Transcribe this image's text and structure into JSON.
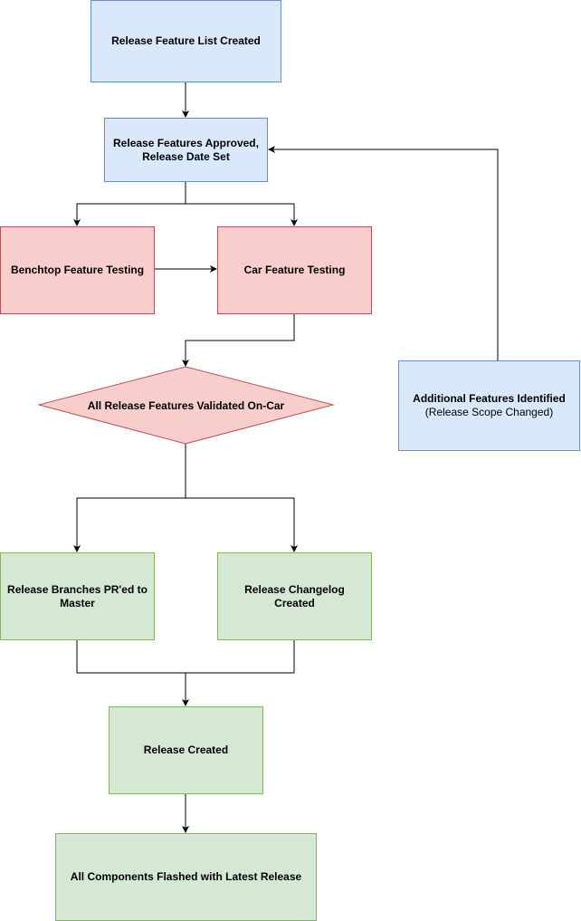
{
  "nodes": {
    "feature_list": "Release Feature List Created",
    "approved_line1": "Release Features Approved,",
    "approved_line2": "Release Date Set",
    "benchtop": "Benchtop Feature Testing",
    "car_testing": "Car Feature Testing",
    "validated": "All Release Features Validated On-Car",
    "additional_title": "Additional Features Identified",
    "additional_sub": "(Release Scope Changed)",
    "branches": "Release Branches PR'ed to Master",
    "changelog": "Release Changelog Created",
    "release_created": "Release Created",
    "flashed": "All Components Flashed with Latest Release"
  },
  "colors": {
    "blue_fill": "#dae8fc",
    "blue_stroke": "#6c8ebf",
    "red_fill": "#f8cecc",
    "red_stroke": "#b85450",
    "green_fill": "#d5e8d4",
    "green_stroke": "#82b366",
    "edge": "#000000"
  }
}
